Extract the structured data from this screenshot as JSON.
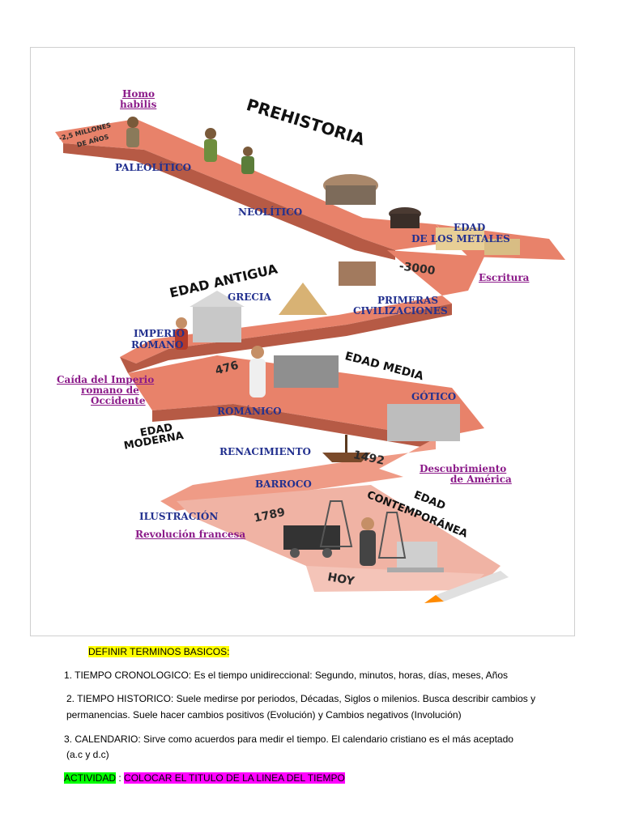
{
  "timeline": {
    "eras": {
      "prehistoria": "PREHISTORIA",
      "antigua": "EDAD ANTIGUA",
      "media": "EDAD MEDIA",
      "moderna_1": "EDAD",
      "moderna_2": "MODERNA",
      "contemporanea_1": "EDAD",
      "contemporanea_2": "CONTEMPORÁNEA"
    },
    "periods": {
      "paleolitico": "PALEOLÍTICO",
      "neolitico": "NEOLÍTICO",
      "metales_1": "EDAD",
      "metales_2": "DE LOS METALES",
      "grecia": "GRECIA",
      "primeras_1": "PRIMERAS",
      "primeras_2": "CIVILIZACIONES",
      "imperio_1": "IMPERIO",
      "imperio_2": "ROMANO",
      "romanico": "ROMÁNICO",
      "gotico": "GÓTICO",
      "renacimiento": "RENACIMIENTO",
      "barroco": "BARROCO",
      "ilustracion": "ILUSTRACIÓN"
    },
    "events": {
      "homo_1": "Homo",
      "homo_2": "habilis",
      "escritura": "Escritura",
      "caida_1": "Caída del Imperio",
      "caida_2": "romano de",
      "caida_3": "Occidente",
      "descubrimiento_1": "Descubrimiento",
      "descubrimiento_2": "de América",
      "revolucion": "Revolución francesa"
    },
    "dates": {
      "start_1": "-2,5 MILLONES",
      "start_2": "DE AÑOS",
      "d3000": "-3000",
      "d476": "476",
      "d1492": "1492",
      "d1789": "1789",
      "hoy": "HOY"
    }
  },
  "document": {
    "heading": "DEFINIR TERMINOS BASICOS:",
    "items": [
      "1. TIEMPO CRONOLOGICO: Es el tiempo unidireccional: Segundo, minutos, horas, días, meses, Años",
      "2. TIEMPO HISTORICO: Suele medirse por periodos, Décadas, Siglos o milenios. Busca describir cambios y",
      "permanencias. Suele hacer cambios positivos (Evolución) y Cambios negativos (Involución)",
      "3. CALENDARIO: Sirve como acuerdos para medir el tiempo. El calendario cristiano es el más aceptado",
      "(a.c y d.c)"
    ],
    "activity_label": "ACTIVIDAD",
    "activity_sep": " : ",
    "activity_text": "COLOCAR EL TITULO DE LA LINEA DEL TIEMPO"
  }
}
